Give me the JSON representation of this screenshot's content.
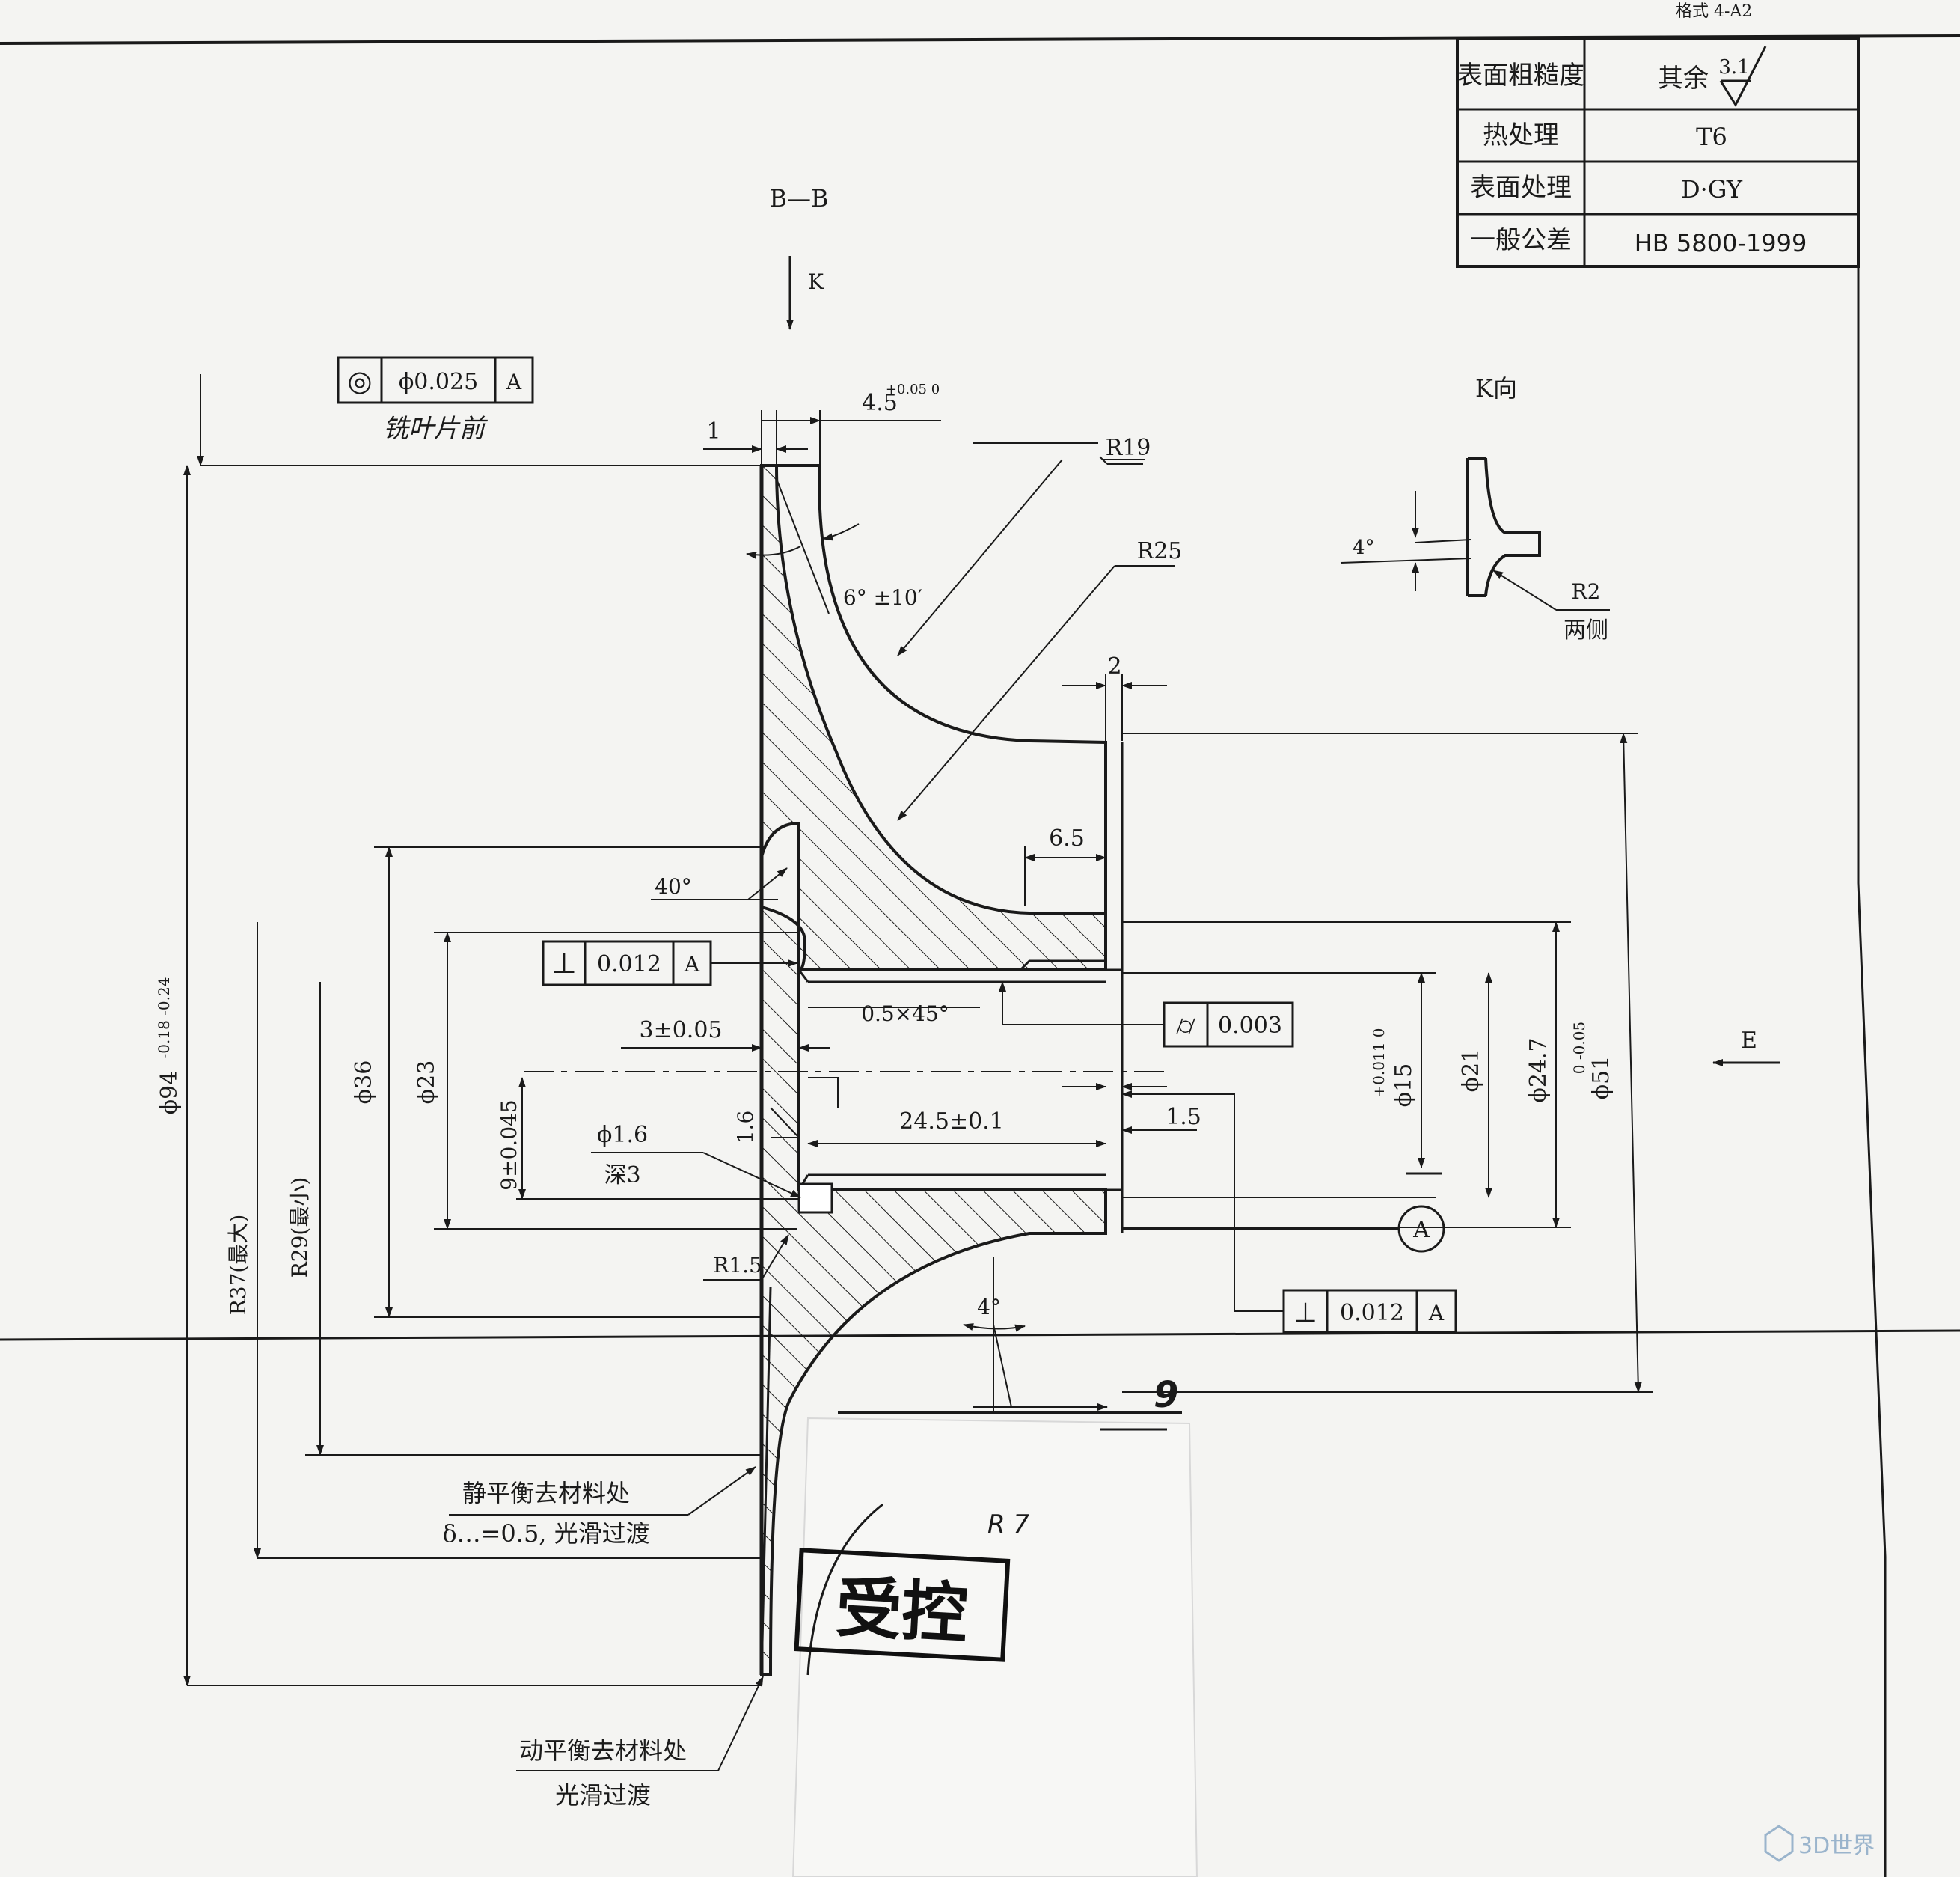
{
  "title_block": {
    "corner_text": "格式 4-A2",
    "rows": [
      {
        "label": "表面粗糙度",
        "value": "其余",
        "roughness": "3.1"
      },
      {
        "label": "热处理",
        "value": "T6"
      },
      {
        "label": "表面处理",
        "value": "D·GY"
      },
      {
        "label": "一般公差",
        "value": "HB 5800-1999"
      }
    ]
  },
  "section_view": {
    "label": "B—B",
    "view_arrow_label": "K",
    "k_view_label": "K向",
    "e_arrow_label": "E"
  },
  "k_view": {
    "angle": "4°",
    "radius": "R2",
    "radius_note": "两侧"
  },
  "tolerance_frames": [
    {
      "id": "concentricity",
      "symbol": "◎",
      "value": "ϕ0.025",
      "datum": "A",
      "note": "铣叶片前"
    },
    {
      "id": "perpendicularity-1",
      "symbol": "⊥",
      "value": "0.012",
      "datum": "A"
    },
    {
      "id": "cylindricity",
      "symbol": "⌭",
      "value": "0.003"
    },
    {
      "id": "perpendicularity-2",
      "symbol": "⊥",
      "value": "0.012",
      "datum": "A"
    }
  ],
  "datum_label": "A",
  "dimensions": {
    "d_tip_width": "1",
    "d_blade_thickness": "4.5",
    "d_blade_thickness_tol": "+0.05 0",
    "d_blade_angle": "6°  ±10′",
    "d_r19": "R19",
    "d_r25": "R25",
    "d_2": "2",
    "d_65": "6.5",
    "d_40deg": "40°",
    "d_chamfer": "0.5×45°",
    "d_3": "3±0.05",
    "d_245": "24.5±0.1",
    "d_15": "1.5",
    "d_16": "1.6",
    "d_9": "9±0.045",
    "d_hole": "ϕ1.6",
    "d_hole_depth": "深3",
    "d_r15": "R1.5",
    "d_4deg": "4°",
    "d_phi94": "ϕ94",
    "d_phi94_tol": "-0.18 -0.24",
    "d_r37": "R37(最大)",
    "d_r29": "R29(最小)",
    "d_phi36": "ϕ36",
    "d_phi23": "ϕ23",
    "d_phi15": "ϕ15",
    "d_phi15_tol": "+0.011 0",
    "d_phi21": "ϕ21",
    "d_phi247": "ϕ24.7",
    "d_phi51": "ϕ51",
    "d_phi51_tol": "0 -0.05"
  },
  "notes": {
    "static_balance_1": "静平衡去材料处",
    "static_balance_2": "δ…=0.5, 光滑过渡",
    "dynamic_balance_1": "动平衡去材料处",
    "dynamic_balance_2": "光滑过渡"
  },
  "handwritten": {
    "h_9": "9",
    "h_r7": "R 7"
  },
  "stamp": "受控",
  "watermark": "3D世界"
}
